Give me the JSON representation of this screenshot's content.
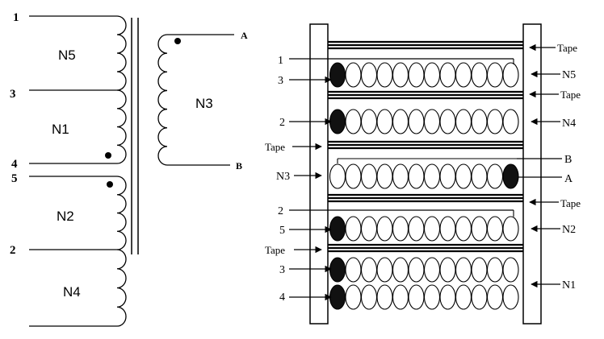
{
  "schematic": {
    "pins": {
      "p1": "1",
      "p3": "3",
      "p4": "4",
      "p5": "5",
      "p2": "2",
      "pA": "A",
      "pB": "B"
    },
    "windings": {
      "n5": "N5",
      "n1": "N1",
      "n2": "N2",
      "n4": "N4",
      "n3": "N3"
    }
  },
  "cross_section": {
    "left_labels": {
      "l1": "1",
      "l3a": "3",
      "l2a": "2",
      "tape1": "Tape",
      "n3": "N3",
      "l2b": "2",
      "l5": "5",
      "tape2": "Tape",
      "l3b": "3",
      "l4": "4"
    },
    "right_labels": {
      "tape_top": "Tape",
      "n5": "N5",
      "tape_a": "Tape",
      "n4": "N4",
      "b": "B",
      "a": "A",
      "tape_b": "Tape",
      "n2": "N2",
      "n1": "N1"
    }
  },
  "colors": {
    "line": "#000000",
    "wire_fill": "#ffffff",
    "start_dot": "#111111"
  }
}
